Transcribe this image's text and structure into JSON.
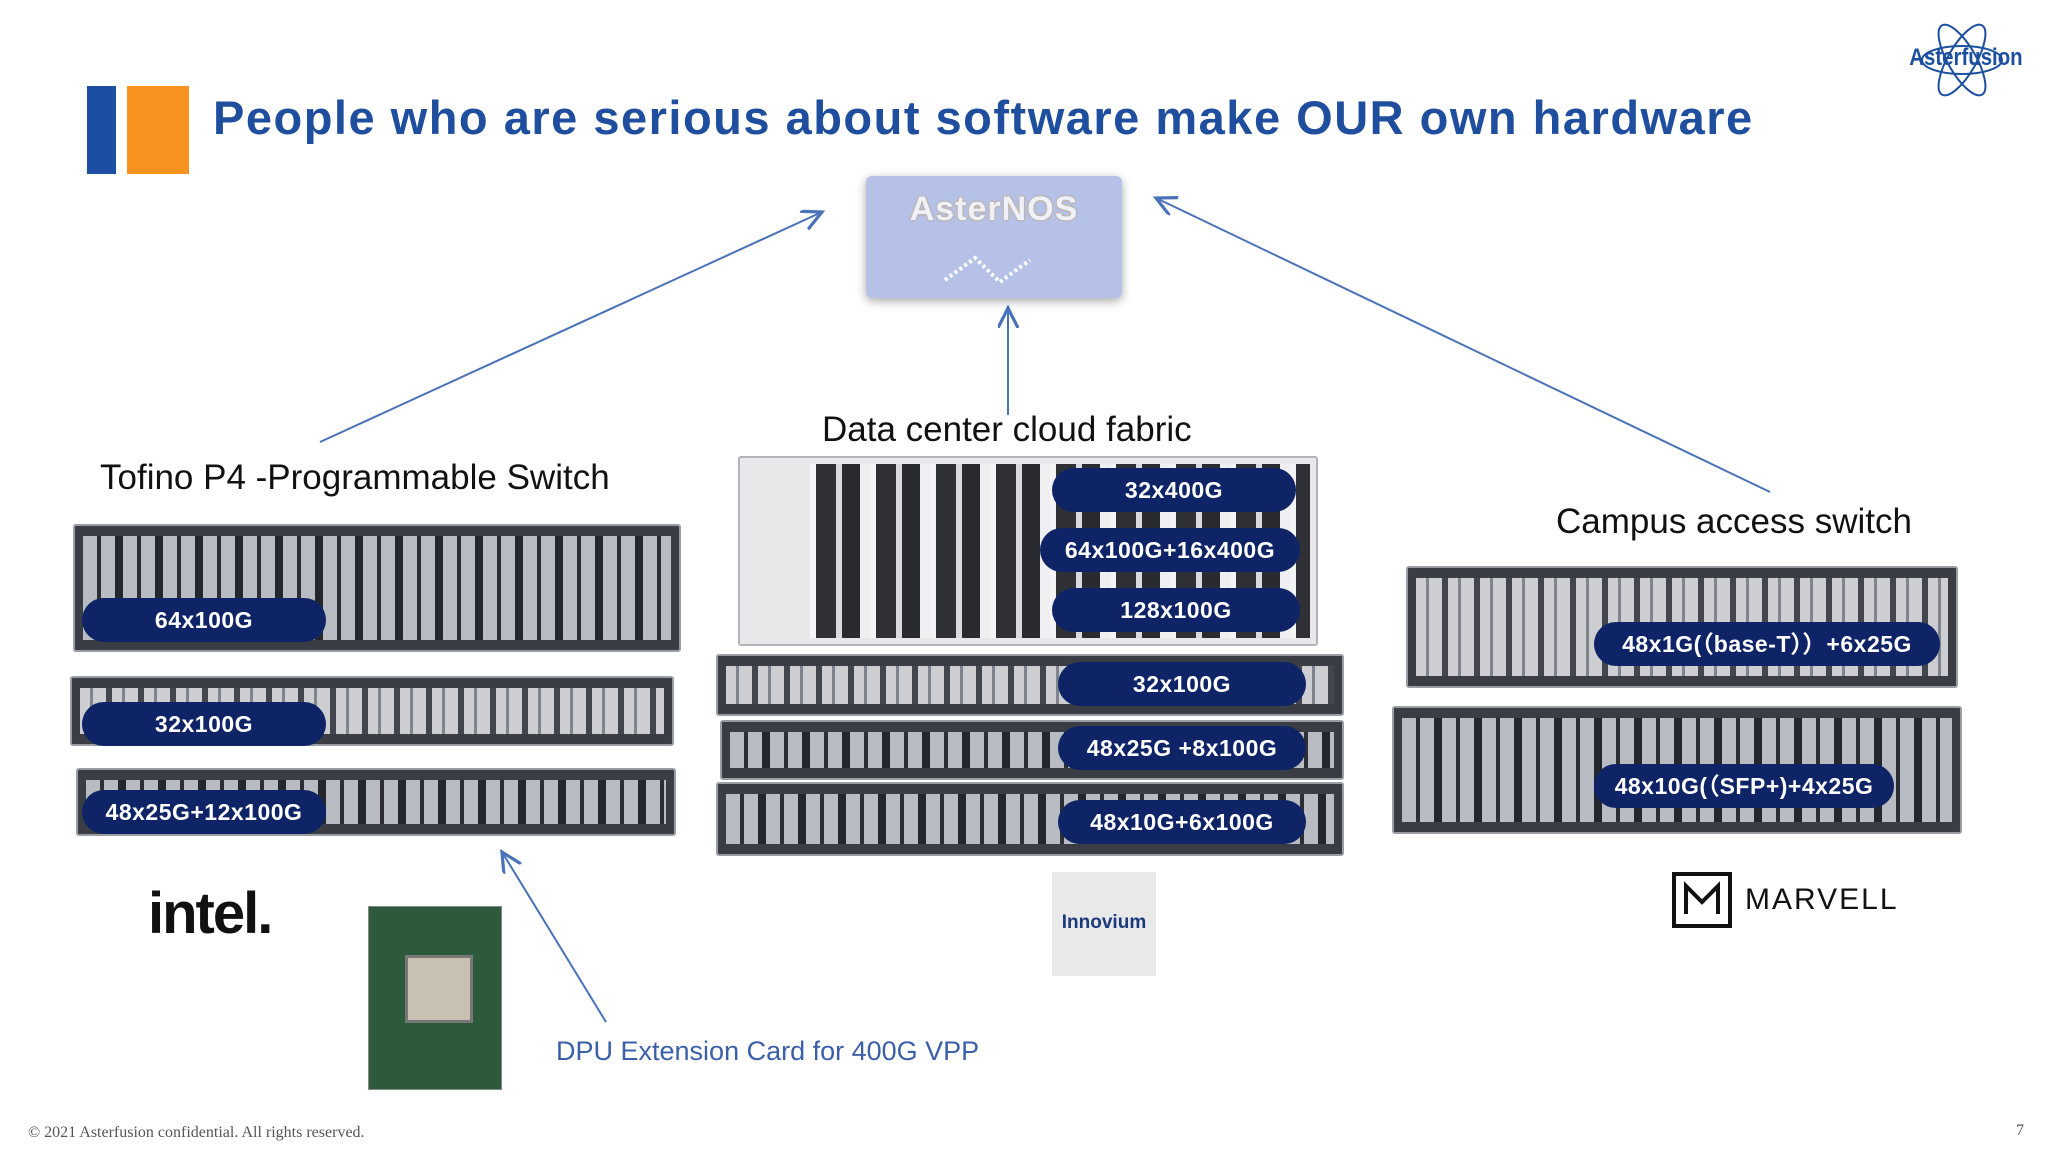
{
  "slide": {
    "title": "People who are serious about software make OUR own hardware",
    "logo_text": "Asterfusion",
    "os_label": "AsterNOS",
    "footer": "© 2021 Asterfusion confidential. All rights reserved.",
    "page_number": "7",
    "colors": {
      "title": "#1f4e9e",
      "accent_blue": "#1c4fa3",
      "accent_orange": "#f7931e",
      "pill": "#0f2466"
    }
  },
  "left_group": {
    "heading": "Tofino P4 -Programmable Switch",
    "models": [
      "64x100G",
      "32x100G",
      "48x25G+12x100G"
    ],
    "vendor": "intel.",
    "dpu_label": "DPU Extension Card for 400G VPP"
  },
  "center_group": {
    "heading": "Data center cloud fabric",
    "models": [
      "32x400G",
      "64x100G+16x400G",
      "128x100G",
      "32x100G",
      "48x25G +8x100G",
      "48x10G+6x100G"
    ],
    "vendor": "Innovium"
  },
  "right_group": {
    "heading": "Campus access switch",
    "models": [
      "48x1G(（base-T））+6x25G",
      "48x10G(（SFP+)+4x25G"
    ],
    "vendor": "MARVELL"
  }
}
